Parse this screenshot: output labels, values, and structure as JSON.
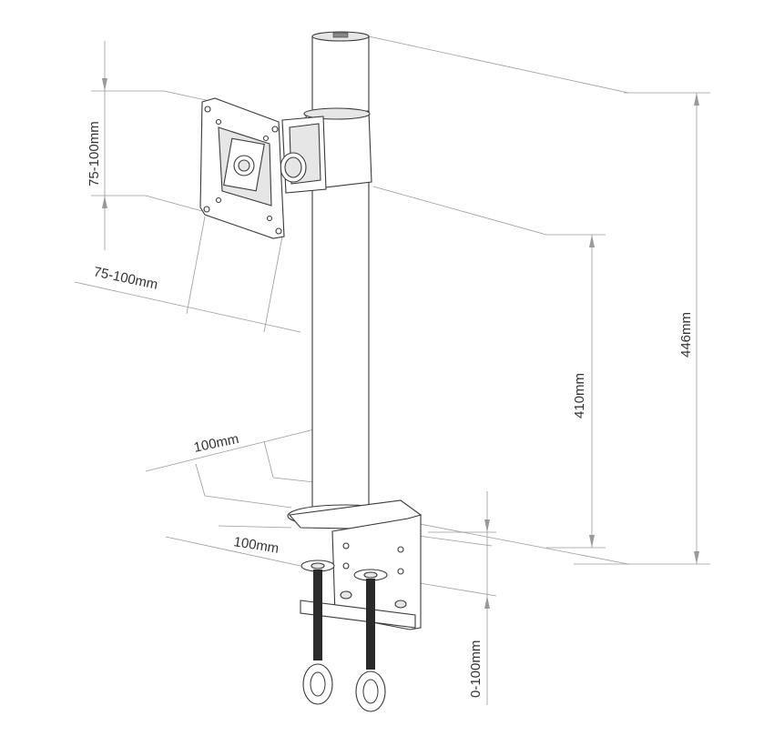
{
  "dimensions": {
    "vesa_vertical": "75-100mm",
    "vesa_horizontal": "75-100mm",
    "pole_height": "410mm",
    "total_height": "446mm",
    "base_depth": "100mm",
    "clamp_width": "100mm",
    "clamp_range": "0-100mm"
  },
  "colors": {
    "line": "#3a3a3a",
    "dimension_line": "#9a9a9a",
    "text": "#333333"
  }
}
